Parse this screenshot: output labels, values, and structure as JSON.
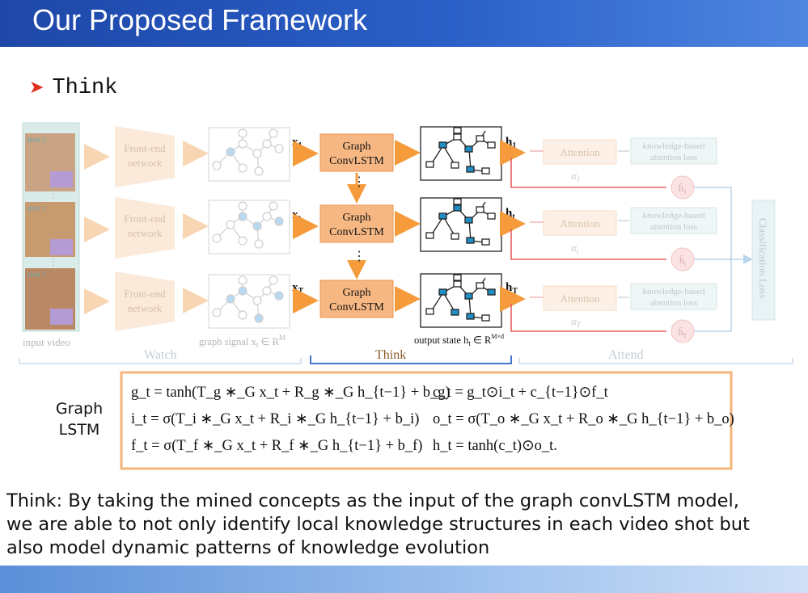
{
  "header": {
    "title": "Our Proposed Framework"
  },
  "section": {
    "bullet": "Think"
  },
  "diagram": {
    "input_label": "input video",
    "shot_labels": [
      "shot 1",
      "shot t",
      "shot T"
    ],
    "frontend_label_1": "Front-end",
    "frontend_label_2": "network",
    "graph_signal_label": "graph signal x",
    "graph_signal_sub": "t",
    "graph_signal_in": " ∈ R",
    "graph_signal_sup": "M",
    "convlstm_line1": "Graph",
    "convlstm_line2": "ConvLSTM",
    "x_inputs": [
      "x",
      "x",
      "x"
    ],
    "x_subs": [
      "1",
      "t",
      "T"
    ],
    "h_outputs": [
      "h",
      "h",
      "h"
    ],
    "h_subs": [
      "1",
      "t",
      "T"
    ],
    "vdots": "⋮",
    "output_state_label": "output state h",
    "output_state_sub": "t",
    "output_state_in": " ∈ R",
    "output_state_sup": "M×d",
    "attention_label": "Attention",
    "kb_line1": "knowledge-based",
    "kb_line2": "attention loss",
    "alpha_subs": [
      "1",
      "t",
      "T"
    ],
    "classification_loss": "Classification Loss",
    "stage_labels": [
      "Watch",
      "Think",
      "Attend"
    ]
  },
  "graph_lstm": {
    "label_line1": "Graph",
    "label_line2": "LSTM",
    "eq_g": "g_t = tanh(T_g ∗_G x_t + R_g ∗_G h_{t−1} + b_g)",
    "eq_i": "i_t = σ(T_i ∗_G x_t + R_i ∗_G h_{t−1} + b_i)",
    "eq_f": "f_t = σ(T_f ∗_G x_t + R_f ∗_G h_{t−1} + b_f)",
    "eq_c": "c_t = g_t⊙i_t + c_{t−1}⊙f_t",
    "eq_o": "o_t = σ(T_o ∗_G x_t + R_o ∗_G h_{t−1} + b_o)",
    "eq_h": "h_t = tanh(c_t)⊙o_t."
  },
  "description": {
    "line1": "Think: By taking the mined concepts as the input of the graph convLSTM model,",
    "line2": "we are able to not only identify local knowledge structures in each video shot but",
    "line3": "also model dynamic patterns of knowledge evolution"
  },
  "colors": {
    "accent_orange": "#f59b3c",
    "box_orange": "#f6b783",
    "node_blue": "#1f8fc6",
    "faded_blue": "#9fc8e8",
    "header_blue": "#1e47a8"
  }
}
